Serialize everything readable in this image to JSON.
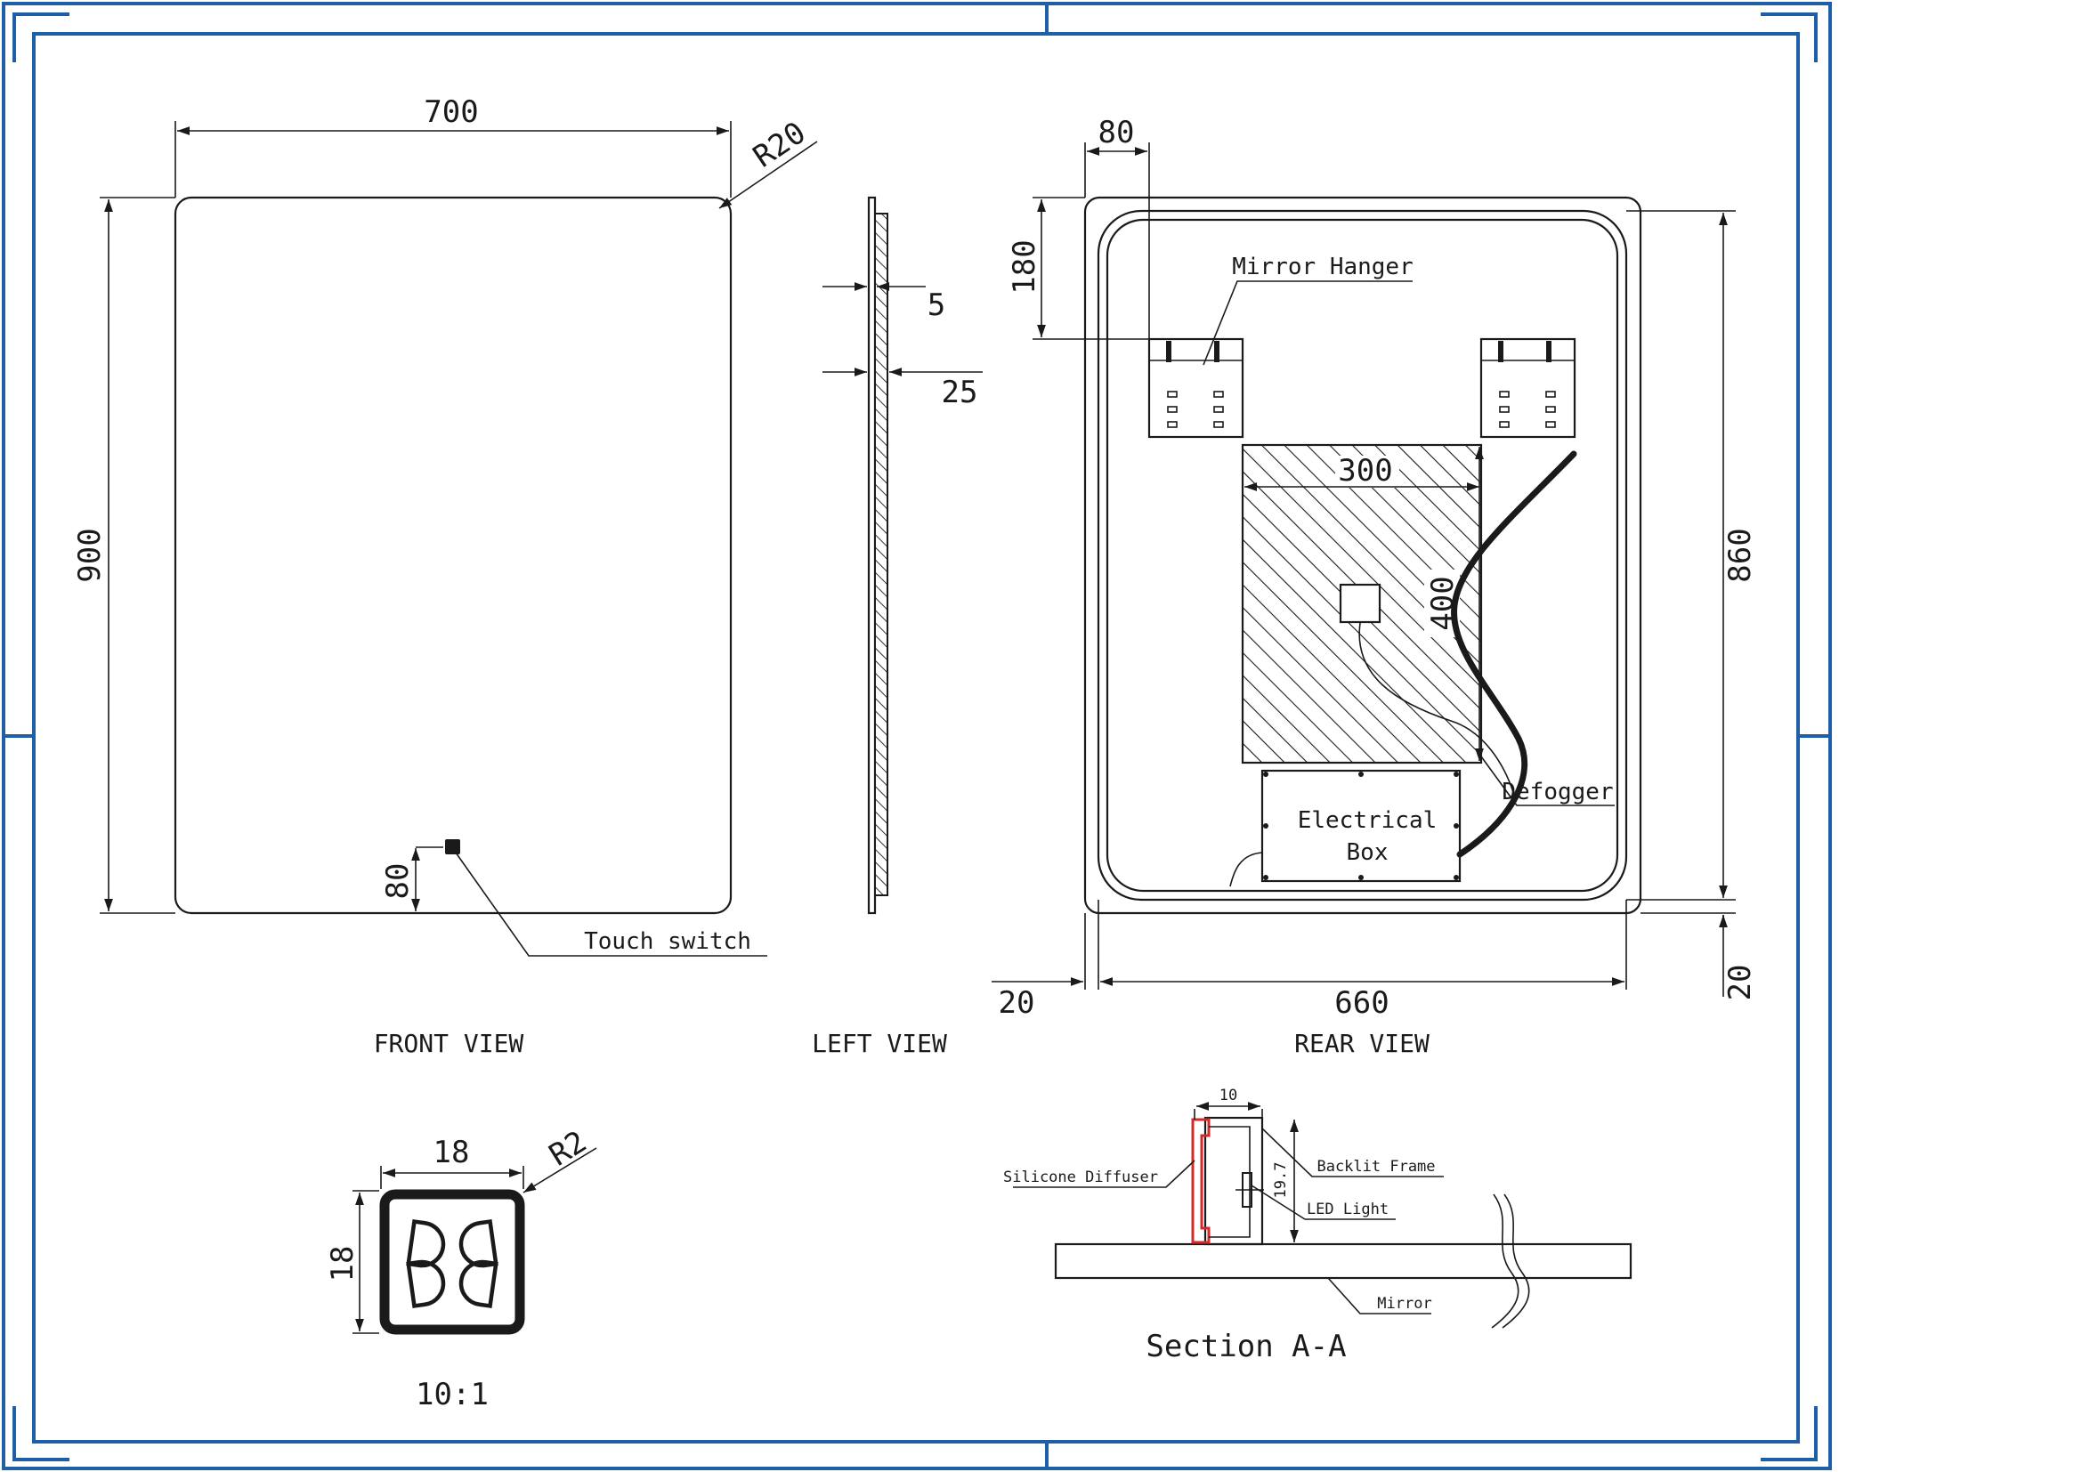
{
  "front_view": {
    "title": "FRONT VIEW",
    "width_dim": "700",
    "height_dim": "900",
    "corner_radius": "R20",
    "switch_offset": "80",
    "touch_switch_label": "Touch switch"
  },
  "left_view": {
    "title": "LEFT VIEW",
    "dim_small": "5",
    "dim_large": "25"
  },
  "rear_view": {
    "title": "REAR VIEW",
    "hanger_offset_x": "80",
    "hanger_offset_y": "180",
    "mirror_hanger_label": "Mirror Hanger",
    "defogger_width": "300",
    "defogger_height": "400",
    "defogger_label": "Defogger",
    "electrical_box_line1": "Electrical",
    "electrical_box_line2": "Box",
    "frame_height": "860",
    "frame_inset_bottom": "20",
    "frame_inset_left": "20",
    "frame_width": "660"
  },
  "detail": {
    "width_dim": "18",
    "height_dim": "18",
    "radius": "R2",
    "scale": "10:1"
  },
  "section": {
    "title": "Section A-A",
    "width_dim": "10",
    "height_dim": "19.7",
    "silicone_label": "Silicone Diffuser",
    "backlit_label": "Backlit Frame",
    "led_label": "LED Light",
    "mirror_label": "Mirror"
  },
  "colors": {
    "frame": "#1f5fa8",
    "line": "#1a1a1a",
    "diffuser": "#d42a2a"
  }
}
